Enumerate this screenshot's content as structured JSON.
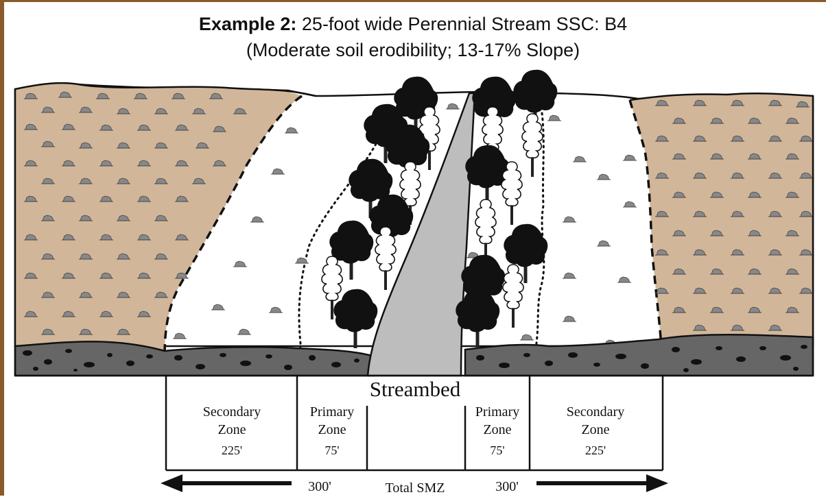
{
  "title": {
    "bold": "Example 2:",
    "rest": " 25-foot wide Perennial Stream SSC: B4",
    "subtitle": "(Moderate soil erodibility; 13-17% Slope)"
  },
  "streambed_label": "Streambed",
  "zones": [
    {
      "name_line1": "Secondary",
      "name_line2": "Zone",
      "width": "225'"
    },
    {
      "name_line1": "Primary",
      "name_line2": "Zone",
      "width": "75'"
    },
    {
      "name_line1": "Primary",
      "name_line2": "Zone",
      "width": "75'"
    },
    {
      "name_line1": "Secondary",
      "name_line2": "Zone",
      "width": "225'"
    }
  ],
  "totals": {
    "left": "300'",
    "center": "Total SMZ",
    "right": "300'"
  },
  "colors": {
    "harvested_ground": "#d1b69a",
    "gravel_layer": "#666666",
    "stream": "#bdbdbd",
    "frame_wood": "#8a5a2b"
  }
}
